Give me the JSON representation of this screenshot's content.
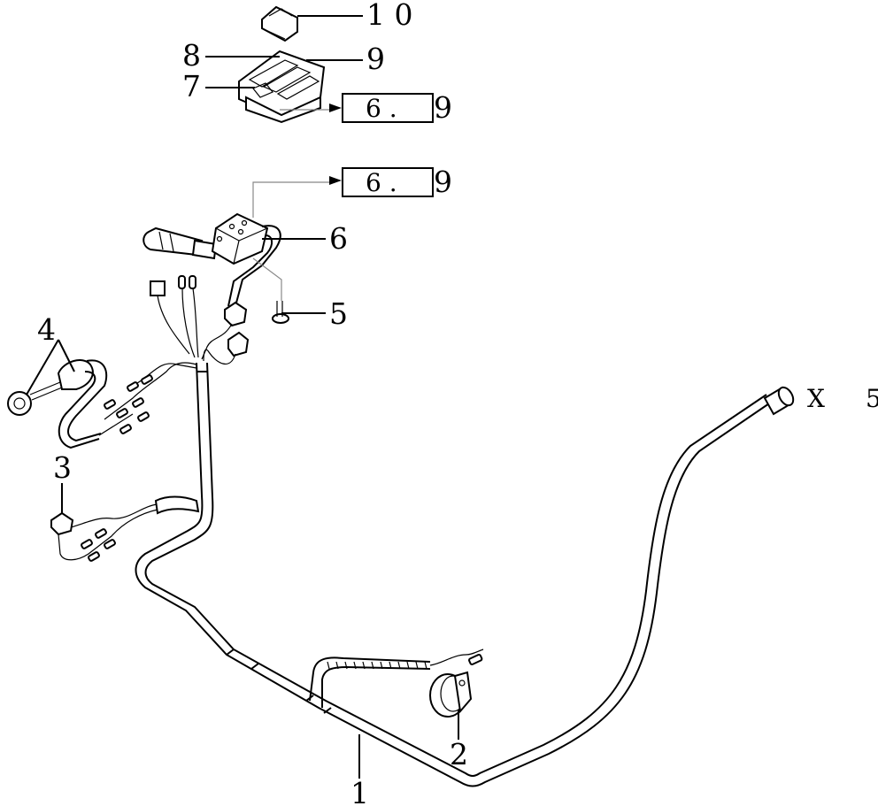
{
  "diagram": {
    "callouts": {
      "c10": "1 0",
      "c9": "9",
      "c8": "8",
      "c7": "7",
      "c6": "6",
      "c5": "5",
      "c4": "4",
      "c3": "3",
      "c2": "2",
      "c1": "1",
      "cx": "X",
      "cx_num": "5"
    },
    "refs": [
      {
        "label": "6 .",
        "suffix": "9"
      },
      {
        "label": "6 .",
        "suffix": "9"
      }
    ]
  }
}
